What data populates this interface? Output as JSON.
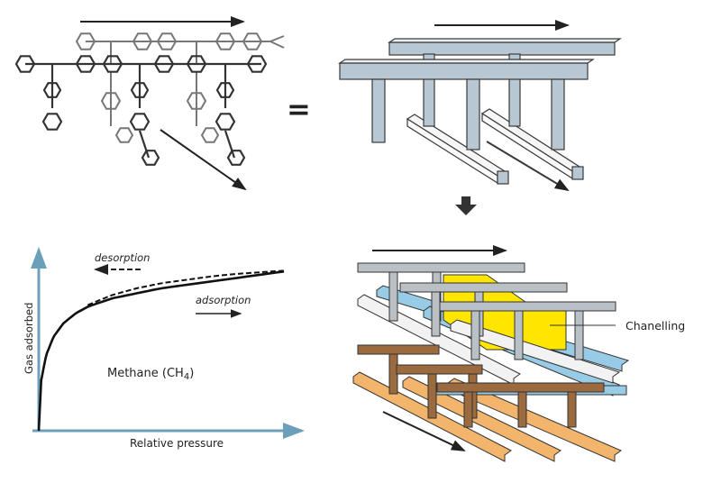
{
  "panels": {
    "molecular_chain": {
      "description": "molecular structure of stacked aromatic polymer chains",
      "arrows": [
        "horizontal-direction",
        "diagonal-direction"
      ]
    },
    "equals_sign": "=",
    "schematic_ladder": {
      "description": "T-beam schematic of two stacked chain layers",
      "beam_color": "#b7c7d3",
      "outline_color": "#3a3a3a"
    },
    "down_arrow": "down-arrow",
    "packed_structure": {
      "channel_label": "Chanelling",
      "colors": {
        "grey_beam": "#b9c0c6",
        "blue_beam": "#98cbe5",
        "white_beam": "#f2f2f2",
        "brown_beam": "#9b6a3e",
        "orange_beam": "#f2b56b",
        "channel": "#ffe600"
      }
    },
    "isotherm": {
      "ylabel": "Gas adsorbed",
      "xlabel": "Relative pressure",
      "gas_label": "Methane (CH",
      "gas_subscript": "4",
      "gas_close": ")",
      "desorption_label": "desorption",
      "adsorption_label": "adsorption",
      "axis_color": "#6b9fba"
    }
  },
  "chart_data": {
    "type": "line",
    "title": "",
    "xlabel": "Relative pressure",
    "ylabel": "Gas adsorbed",
    "annotation": "Methane (CH4)",
    "xlim": [
      0,
      1
    ],
    "ylim": [
      0,
      1
    ],
    "grid": false,
    "series": [
      {
        "name": "adsorption",
        "style": "solid",
        "x": [
          0,
          0.01,
          0.03,
          0.06,
          0.1,
          0.15,
          0.2,
          0.3,
          0.4,
          0.5,
          0.6,
          0.7,
          0.8,
          0.9,
          1.0
        ],
        "y": [
          0,
          0.3,
          0.45,
          0.56,
          0.64,
          0.7,
          0.74,
          0.79,
          0.82,
          0.85,
          0.87,
          0.89,
          0.91,
          0.93,
          0.95
        ]
      },
      {
        "name": "desorption",
        "style": "dashed",
        "x": [
          0.2,
          0.3,
          0.4,
          0.5,
          0.6,
          0.7,
          0.8,
          0.9,
          1.0
        ],
        "y": [
          0.75,
          0.81,
          0.85,
          0.88,
          0.9,
          0.92,
          0.935,
          0.945,
          0.955
        ]
      }
    ]
  }
}
